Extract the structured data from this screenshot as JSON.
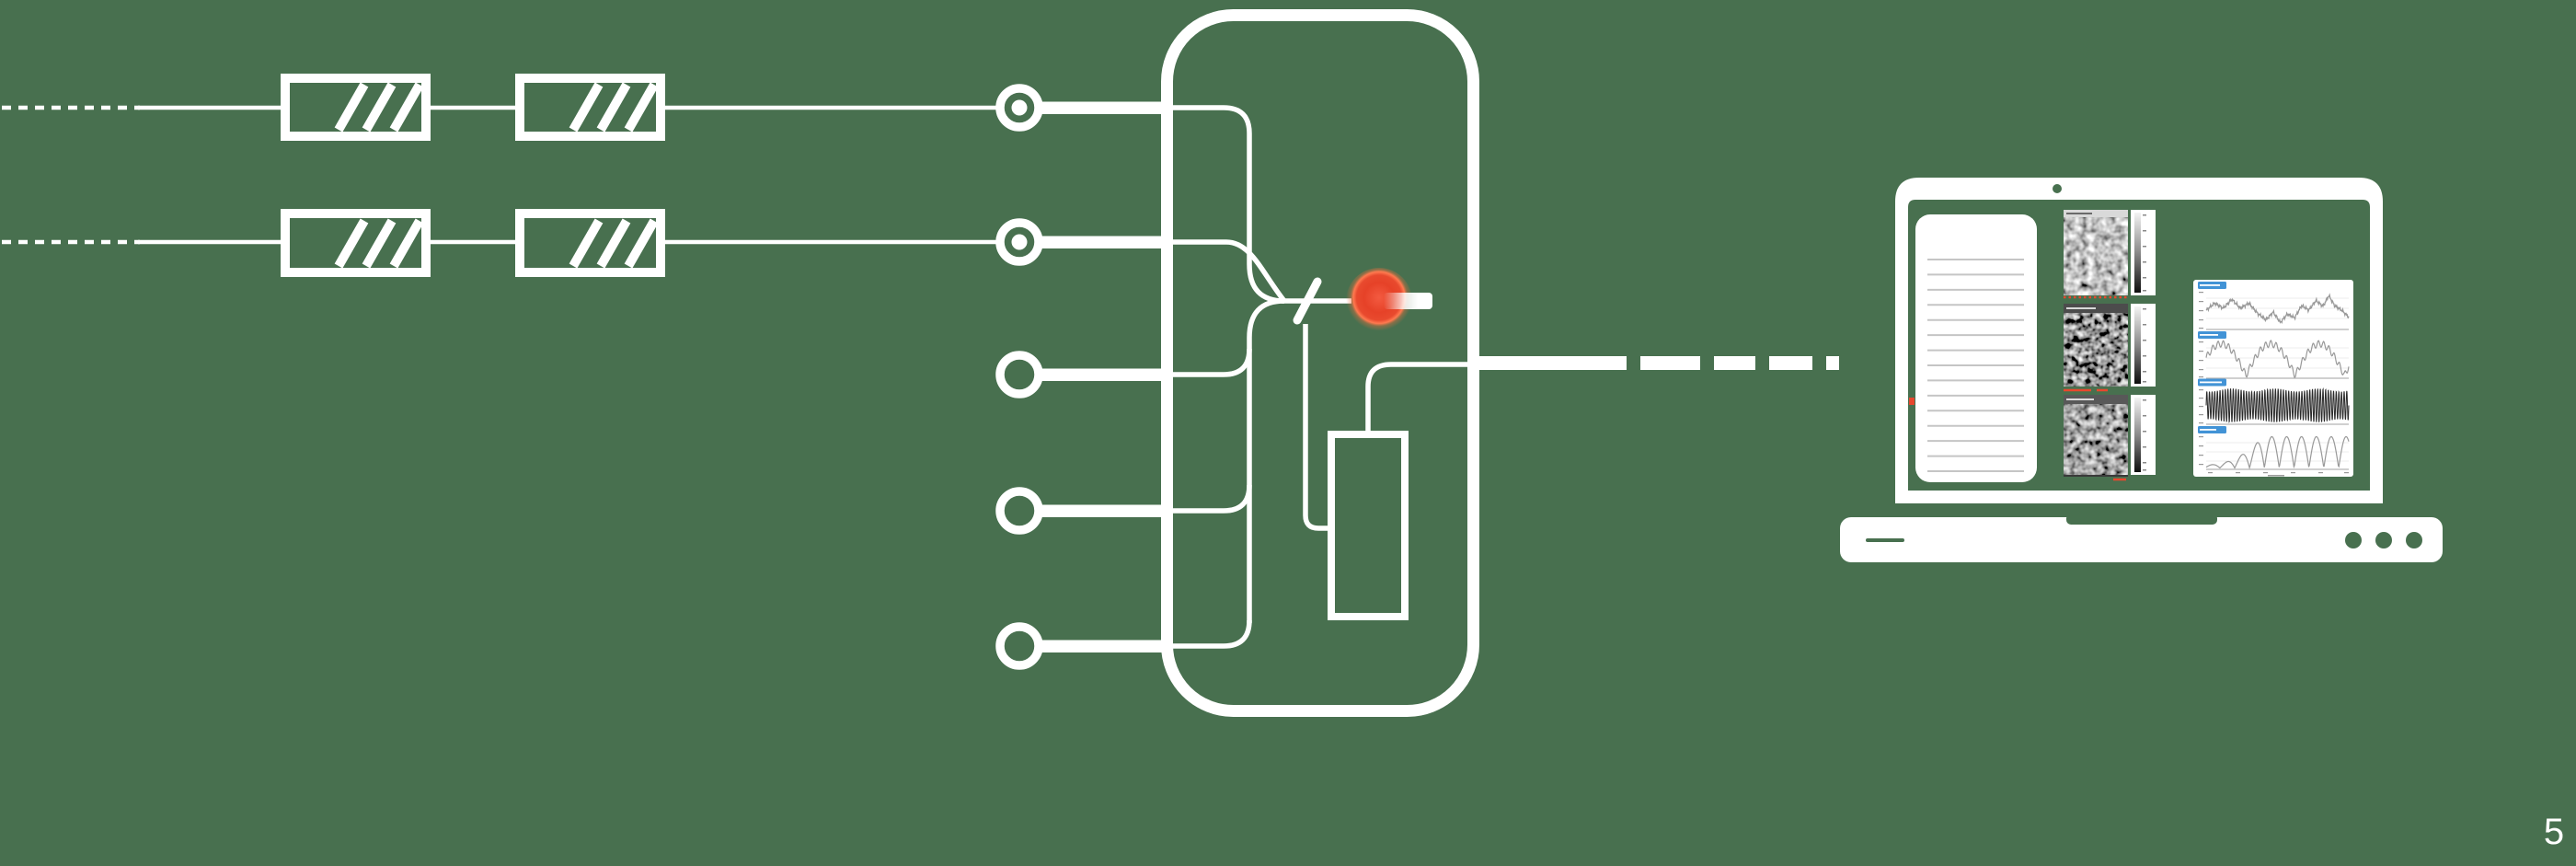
{
  "page": {
    "number": "5"
  },
  "colors": {
    "background": "#48704f",
    "line": "#ffffff",
    "indicator_red": "#e64228",
    "indicator_rim": "#ff7a50",
    "chip_blue": "#4293d6",
    "log_line_gray": "#c5c5c5",
    "trace_gray": "#999999",
    "trace_dark": "#2b2b2b",
    "red_marker": "#e8472e"
  },
  "diagram": {
    "input_fibers": [
      {
        "id": 1,
        "style": "dashed-then-solid",
        "attenuator_count": 2
      },
      {
        "id": 2,
        "style": "dashed-then-solid",
        "attenuator_count": 2
      }
    ],
    "device": {
      "ports_total": 5,
      "ports_connected": 2,
      "internal_components": [
        "splitter-bus",
        "splice-mark",
        "laser-indicator",
        "modulator-block"
      ],
      "indicator_state": "on"
    },
    "output_link": {
      "style": "solid-then-dashed",
      "dash_count": 4,
      "to": "laptop"
    }
  },
  "laptop": {
    "camera": "webcam-dot",
    "feet_dots": 3,
    "screen": {
      "log_panel": {
        "line_count": 15,
        "red_marker": true
      },
      "thumbnails": [
        {
          "shade": "light",
          "titlebar": "light-gray",
          "colorbar": true,
          "red_underline": "dotted"
        },
        {
          "shade": "dark",
          "titlebar": "dark-gray",
          "colorbar": true,
          "red_underline": "dashed"
        },
        {
          "shade": "medium",
          "titlebar": "dark-gray",
          "colorbar": true,
          "red_underline": "short-dash"
        }
      ],
      "charts_panel": {
        "chart_count": 4
      }
    }
  },
  "chart_data": [
    {
      "type": "line",
      "style": "random-walk",
      "title_chip": true,
      "legend": "none",
      "anchors": [
        [
          0,
          0.5
        ],
        [
          0.06,
          0.68
        ],
        [
          0.12,
          0.55
        ],
        [
          0.18,
          0.78
        ],
        [
          0.24,
          0.55
        ],
        [
          0.3,
          0.68
        ],
        [
          0.36,
          0.42
        ],
        [
          0.42,
          0.25
        ],
        [
          0.47,
          0.45
        ],
        [
          0.52,
          0.18
        ],
        [
          0.57,
          0.4
        ],
        [
          0.62,
          0.3
        ],
        [
          0.67,
          0.62
        ],
        [
          0.72,
          0.5
        ],
        [
          0.77,
          0.75
        ],
        [
          0.82,
          0.6
        ],
        [
          0.86,
          0.88
        ],
        [
          0.9,
          0.62
        ],
        [
          0.95,
          0.5
        ],
        [
          1,
          0.32
        ]
      ],
      "jitter": 0.05
    },
    {
      "type": "line",
      "style": "ripple-envelope",
      "title_chip": true,
      "slow_cycles": 2.9,
      "phase": 0.19,
      "ripple_cycles": 27,
      "ripple_amp": 0.09
    },
    {
      "type": "line",
      "style": "dense-oscillation",
      "title_chip": true,
      "cycles": 54,
      "mod_cycles": 3.3,
      "mod_depth": 0.18
    },
    {
      "type": "line",
      "style": "growing-humps",
      "title_chip": true,
      "cycles": 4.8,
      "phase": 0.25,
      "grow_end": 0.4,
      "min_amp": 0.1,
      "x_tick_count": 6
    }
  ]
}
